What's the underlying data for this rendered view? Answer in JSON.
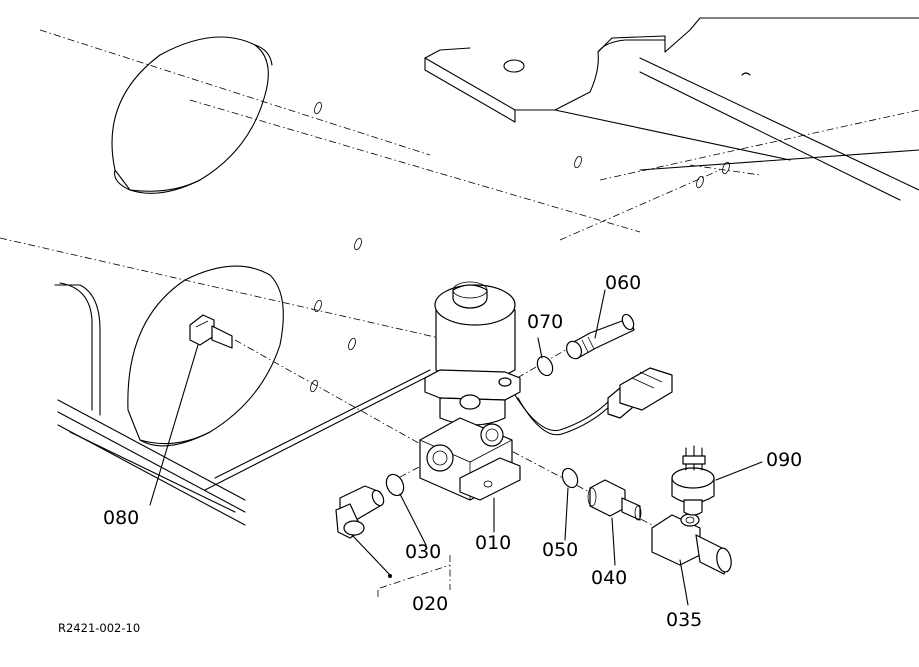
{
  "diagram_code": "R2421-002-10",
  "callouts": [
    {
      "id": "p010",
      "label": "010"
    },
    {
      "id": "p020",
      "label": "020"
    },
    {
      "id": "p030",
      "label": "030"
    },
    {
      "id": "p035",
      "label": "035"
    },
    {
      "id": "p040",
      "label": "040"
    },
    {
      "id": "p050",
      "label": "050"
    },
    {
      "id": "p060",
      "label": "060"
    },
    {
      "id": "p070",
      "label": "070"
    },
    {
      "id": "p080",
      "label": "080"
    },
    {
      "id": "p090",
      "label": "090"
    }
  ]
}
